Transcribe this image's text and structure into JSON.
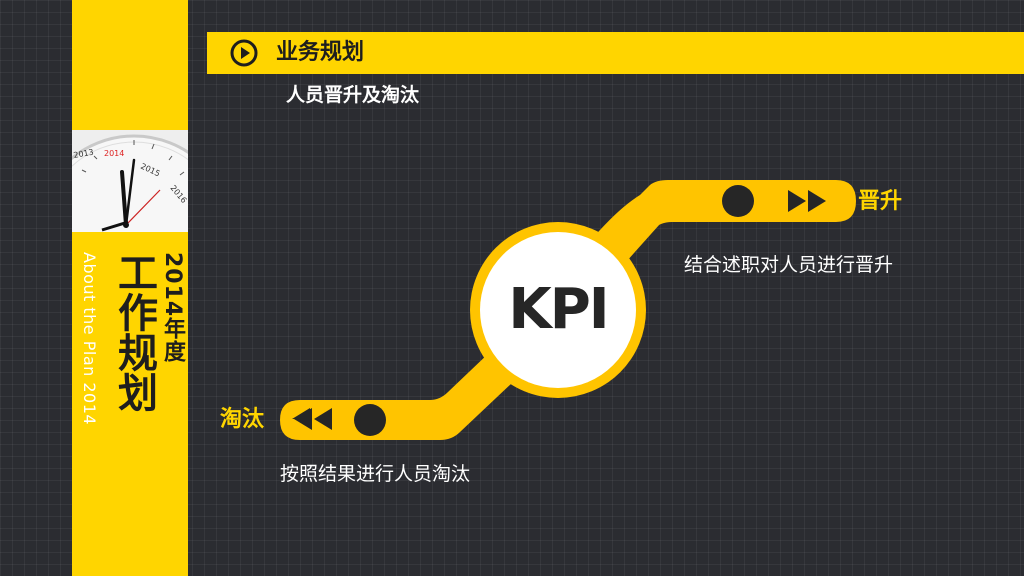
{
  "header": {
    "title": "业务规划",
    "subtitle": "人员晋升及淘汰"
  },
  "sidebar": {
    "year_label": "2014年度",
    "main_title": "工作规划",
    "english_title": "About the Plan 2014",
    "clock_years": [
      "2013",
      "2014",
      "2015",
      "2016"
    ]
  },
  "diagram": {
    "center": "KPI",
    "promote": {
      "label": "晋升",
      "description": "结合述职对人员进行晋升"
    },
    "eliminate": {
      "label": "淘汰",
      "description": "按照结果进行人员淘汰"
    }
  },
  "colors": {
    "accent": "#ffd500",
    "background": "#2b2c31",
    "dark": "#262626",
    "text_light": "#ffffff"
  }
}
